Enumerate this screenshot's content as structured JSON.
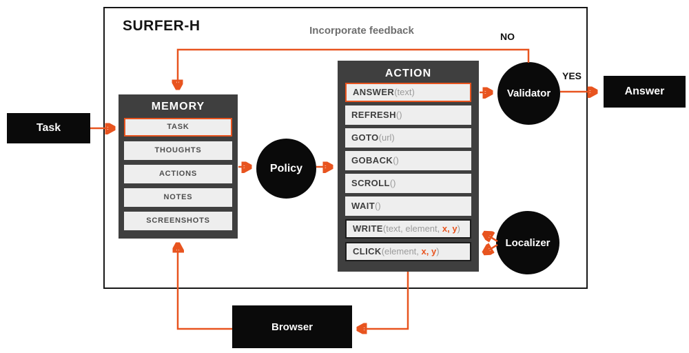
{
  "colors": {
    "accent": "#e8541f",
    "panel_bg": "#3f3f3f",
    "item_bg": "#eeeeee",
    "node_bg": "#0a0a0a",
    "muted_text": "#6e6e6e",
    "frame_border": "#161616"
  },
  "header": {
    "title": "SURFER-H",
    "feedback_label": "Incorporate feedback"
  },
  "labels": {
    "no": "NO",
    "yes": "YES"
  },
  "nodes": {
    "task": "Task",
    "policy": "Policy",
    "validator": "Validator",
    "localizer": "Localizer",
    "answer": "Answer",
    "browser": "Browser"
  },
  "memory": {
    "title": "MEMORY",
    "items": [
      "TASK",
      "THOUGHTS",
      "ACTIONS",
      "NOTES",
      "SCREENSHOTS"
    ]
  },
  "action": {
    "title": "ACTION",
    "items": [
      {
        "name": "ANSWER",
        "pre": "(text)"
      },
      {
        "name": "REFRESH",
        "pre": "()"
      },
      {
        "name": "GOTO",
        "pre": "(url)"
      },
      {
        "name": "GOBACK",
        "pre": "()"
      },
      {
        "name": "SCROLL",
        "pre": "()"
      },
      {
        "name": "WAIT",
        "pre": "()"
      },
      {
        "name": "WRITE",
        "pre": "(text, element, ",
        "xy": "x, y",
        "post": ")"
      },
      {
        "name": "CLICK",
        "pre": "(element, ",
        "xy": "x, y",
        "post": ")"
      }
    ]
  }
}
